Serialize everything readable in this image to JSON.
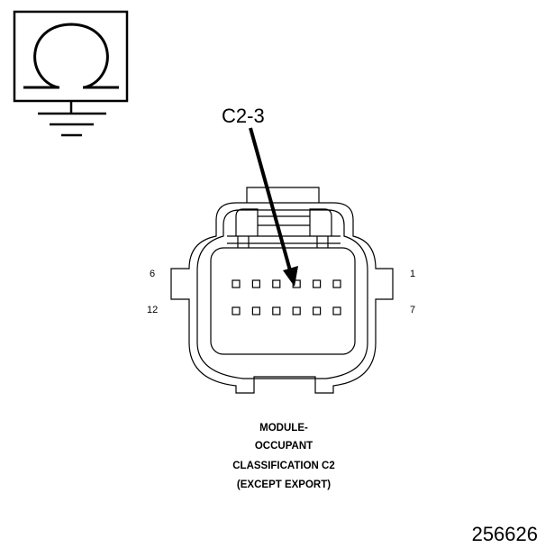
{
  "symbol": {
    "icon": "ohmmeter-ground-icon"
  },
  "callout": {
    "label": "C2-3"
  },
  "connector": {
    "pin_labels": {
      "top_left": "6",
      "top_right": "1",
      "bottom_left": "12",
      "bottom_right": "7"
    },
    "rows": 2,
    "pins_per_row": 6,
    "highlighted_pin": "3"
  },
  "caption": {
    "line1": "MODULE-",
    "line2": "OCCUPANT",
    "line3": "CLASSIFICATION C2",
    "line4": "(EXCEPT EXPORT)"
  },
  "figure_number": "256626"
}
